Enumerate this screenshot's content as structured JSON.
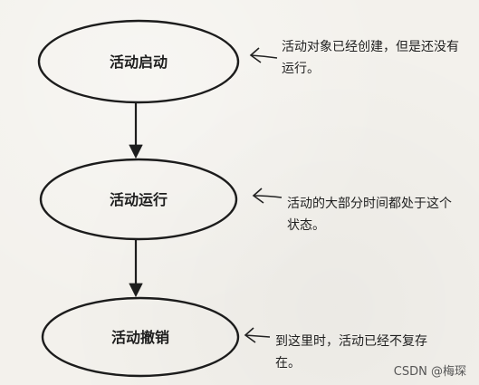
{
  "states": [
    {
      "label": "活动启动"
    },
    {
      "label": "活动运行"
    },
    {
      "label": "活动撤销"
    }
  ],
  "notes": [
    "活动对象已经创建，但是还没有运行。",
    "活动的大部分时间都处于这个状态。",
    "到这里时，活动已经不复存在。"
  ],
  "watermark": "CSDN @梅琛"
}
